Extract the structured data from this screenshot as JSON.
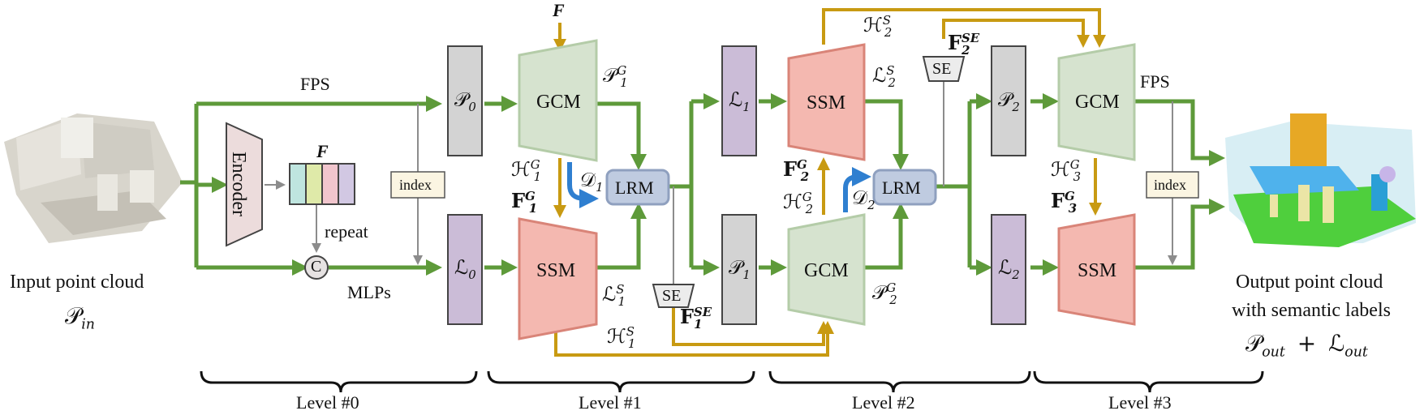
{
  "input": {
    "title": "Input point cloud",
    "symbol": "𝒫",
    "symbol_sub": "in"
  },
  "output": {
    "title_line1": "Output point cloud",
    "title_line2": "with semantic labels",
    "symbol_a": "𝒫",
    "symbol_a_sub": "out",
    "plus": "+",
    "symbol_b": "ℒ",
    "symbol_b_sub": "out"
  },
  "modules": {
    "encoder": "Encoder",
    "concat": "C",
    "repeat": "repeat",
    "mlps": "MLPs",
    "fps_top": "FPS",
    "fps_right": "FPS",
    "index": "index",
    "index2": "index",
    "gcm": "GCM",
    "ssm": "SSM",
    "lrm": "LRM",
    "se": "SE",
    "F": "F"
  },
  "nodes": {
    "p0": {
      "base": "𝒫",
      "sub": "0"
    },
    "l0": {
      "base": "ℒ",
      "sub": "0"
    },
    "l1": {
      "base": "ℒ",
      "sub": "1"
    },
    "p1": {
      "base": "𝒫",
      "sub": "1"
    },
    "p2": {
      "base": "𝒫",
      "sub": "2"
    },
    "l2": {
      "base": "ℒ",
      "sub": "2"
    }
  },
  "math_labels": {
    "p1g": {
      "base": "𝒫",
      "sub": "1",
      "sup": "G"
    },
    "h1g": {
      "base": "ℋ",
      "sub": "1",
      "sup": "G"
    },
    "f1g": {
      "base": "F",
      "sub": "1",
      "sup": "G"
    },
    "d1": {
      "base": "𝒟",
      "sub": "1"
    },
    "l1s": {
      "base": "ℒ",
      "sub": "1",
      "sup": "S"
    },
    "f1se": {
      "base": "F",
      "sub": "1",
      "sup": "SE"
    },
    "h1s": {
      "base": "ℋ",
      "sub": "1",
      "sup": "S"
    },
    "h2s": {
      "base": "ℋ",
      "sub": "2",
      "sup": "S"
    },
    "l2s": {
      "base": "ℒ",
      "sub": "2",
      "sup": "S"
    },
    "f2se": {
      "base": "F",
      "sub": "2",
      "sup": "SE"
    },
    "f2g": {
      "base": "F",
      "sub": "2",
      "sup": "G"
    },
    "h2g": {
      "base": "ℋ",
      "sub": "2",
      "sup": "G"
    },
    "d2": {
      "base": "𝒟",
      "sub": "2"
    },
    "p2g": {
      "base": "𝒫",
      "sub": "2",
      "sup": "G"
    },
    "h3g": {
      "base": "ℋ",
      "sub": "3",
      "sup": "G"
    },
    "f3g": {
      "base": "F",
      "sub": "3",
      "sup": "G"
    }
  },
  "levels": [
    "Level #0",
    "Level #1",
    "Level #2",
    "Level #3"
  ],
  "colors": {
    "green_arrow": "#5e9a3a",
    "gold_arrow": "#c89a12",
    "blue_arrow": "#2f7fd0",
    "gray_arrow": "#8c8c8c",
    "gcm_fill": "#d6e3cf",
    "ssm_fill": "#f4b8b0",
    "lrm_fill": "#bfcbe0",
    "p_node_fill": "#d3d3d3",
    "l_node_fill": "#cbbcd7",
    "encoder_fill": "#ecdcdc",
    "se_fill": "#ececec",
    "feature_cells": [
      "#bfe5df",
      "#dfeaa9",
      "#f1c5cd",
      "#d2c8e3"
    ]
  }
}
